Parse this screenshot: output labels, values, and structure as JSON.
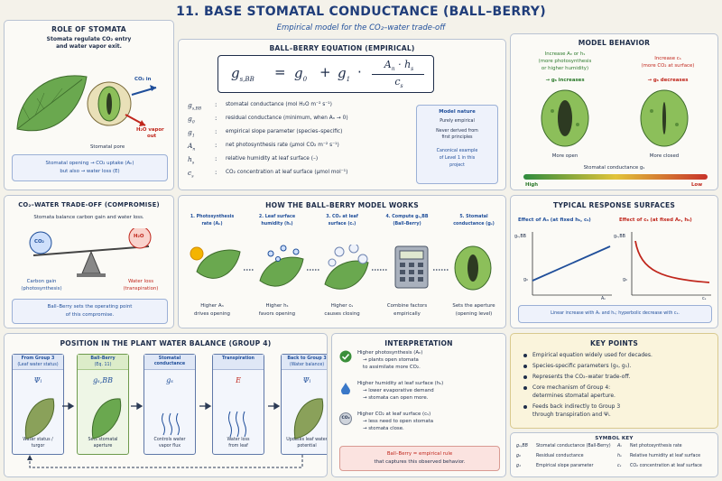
{
  "header": {
    "title": "11. BASE STOMATAL CONDUCTANCE (BALL–BERRY)",
    "subtitle": "Empirical model for the CO₂–water trade-off"
  },
  "role": {
    "title": "ROLE OF STOMATA",
    "desc1": "Stomata regulate CO₂ entry",
    "desc2": "and water vapor exit.",
    "co2_in": "CO₂ in",
    "h2o_out1": "H₂O vapor",
    "h2o_out2": "out",
    "pore": "Stomatal pore",
    "note1": "Stomatal opening  →  CO₂ uptake (Aₙ)",
    "note2": "but also  →  water loss (E)"
  },
  "equation": {
    "title": "BALL–BERRY EQUATION (EMPIRICAL)",
    "lhs": "g",
    "lhs_sub": "s,BB",
    "eq": "=",
    "g0": "g",
    "g0_sub": "0",
    "plus": "+",
    "g1": "g",
    "g1_sub": "1",
    "dot": "·",
    "num": "A",
    "num_sub": "n",
    "num_mid": " · h",
    "num_sub2": "s",
    "den": "c",
    "den_sub": "s",
    "defs": [
      {
        "sym": "gₛ,₈₈",
        "sym_text": "g",
        "sub": "s,BB",
        "desc": "stomatal conductance (mol H₂O m⁻² s⁻¹)"
      },
      {
        "sym_text": "g",
        "sub": "0",
        "desc": "residual conductance (minimum, when Aₙ → 0)"
      },
      {
        "sym_text": "g",
        "sub": "1",
        "desc": "empirical slope parameter (species–specific)"
      },
      {
        "sym_text": "A",
        "sub": "n",
        "desc": "net photosynthesis rate (μmol CO₂ m⁻² s⁻¹)"
      },
      {
        "sym_text": "h",
        "sub": "s",
        "desc": "relative humidity at leaf surface (–)"
      },
      {
        "sym_text": "c",
        "sub": "s",
        "desc": "CO₂ concentration at leaf surface (μmol mol⁻¹)"
      }
    ],
    "colon": ":",
    "nature_title": "Model nature",
    "nature1": "Purely empirical",
    "nature2": "Never derived from",
    "nature3": "first principles",
    "nature4": "Canonical example",
    "nature5": "of Level 1 in this",
    "nature6": "project"
  },
  "behavior": {
    "title": "MODEL BEHAVIOR",
    "left1": "Increase Aₙ or hₛ",
    "left2": "(more photosynthesis",
    "left3": "or higher humidity)",
    "left4": "→ gₛ increases",
    "right1": "Increase cₛ",
    "right2": "(more CO₂ at surface)",
    "right3": "→ gₛ decreases",
    "open": "More open",
    "closed": "More closed",
    "bar_label": "Stomatal conductance gₛ",
    "high": "High",
    "low": "Low"
  },
  "tradeoff": {
    "title": "CO₂–WATER TRADE-OFF (COMPROMISE)",
    "desc": "Stomata balance carbon gain and water loss.",
    "co2": "CO₂",
    "h2o": "H₂O",
    "gain1": "Carbon gain",
    "gain2": "(photosynthesis)",
    "loss1": "Water loss",
    "loss2": "(transpiration)",
    "note1": "Ball–Berry sets the operating point",
    "note2": "of this compromise."
  },
  "how": {
    "title": "HOW THE BALL–BERRY MODEL WORKS",
    "steps": [
      {
        "head1": "1. Photosynthesis",
        "head2": "rate (Aₙ)",
        "foot1": "Higher Aₙ",
        "foot2": "drives opening"
      },
      {
        "head1": "2. Leaf surface",
        "head2": "humidity (hₛ)",
        "foot1": "Higher hₛ",
        "foot2": "favors opening"
      },
      {
        "head1": "3. CO₂ at leaf",
        "head2": "surface (cₛ)",
        "foot1": "Higher cₛ",
        "foot2": "causes closing"
      },
      {
        "head1": "4. Compute gₛ,BB",
        "head2": "(Ball-Berry)",
        "foot1": "Combine factors",
        "foot2": "empirically"
      },
      {
        "head1": "5. Stomatal",
        "head2": "conductance (gₛ)",
        "foot1": "Sets the aperture",
        "foot2": "(opening level)"
      }
    ]
  },
  "surfaces": {
    "title": "TYPICAL RESPONSE SURFACES",
    "left_title": "Effect of Aₙ (at fixed hₛ, cₛ)",
    "right_title": "Effect of cₛ (at fixed Aₙ, hₛ)",
    "y_label": "gₛ,BB",
    "g0_label": "g₀",
    "x_left": "Aₙ",
    "x_right": "cₛ",
    "note": "Linear increase with Aₙ and hₛ; hyperbolic decrease with cₛ."
  },
  "position": {
    "title": "POSITION IN THE PLANT WATER BALANCE (GROUP 4)",
    "boxes": [
      {
        "h1": "From Group 3",
        "h2": "(Leaf water status)",
        "sym": "Ψₗ",
        "f1": "Water status /",
        "f2": "turgor"
      },
      {
        "h1": "Ball–Berry",
        "h2": "(Eq. 11)",
        "sym": "gₛ,BB",
        "f1": "Sets stomatal",
        "f2": "aperture"
      },
      {
        "h1": "Stomatal conductance",
        "h2": "",
        "sym": "gₛ",
        "f1": "Controls water",
        "f2": "vapor flux"
      },
      {
        "h1": "Transpiration",
        "h2": "",
        "sym": "E",
        "f1": "Water loss",
        "f2": "from leaf"
      },
      {
        "h1": "Back to Group 3",
        "h2": "(Water balance)",
        "sym": "Ψₗ",
        "f1": "Updates leaf water",
        "f2": "potential"
      }
    ]
  },
  "interp": {
    "title": "INTERPRETATION",
    "items": [
      {
        "l1": "Higher photosynthesis (Aₙ)",
        "l2": "→ plants open stomata",
        "l3": "   to assimilate more CO₂."
      },
      {
        "l1": "Higher humidity at leaf surface (hₛ)",
        "l2": "→ lower evaporative demand",
        "l3": "→ stomata can open more."
      },
      {
        "l1": "Higher CO₂ at leaf surface (cₛ)",
        "l2": "→ less need to open stomata",
        "l3": "→ stomata close."
      }
    ],
    "co2_badge": "CO₂",
    "note1": "Ball–Berry = empirical rule",
    "note2": "that captures this observed behavior."
  },
  "keypoints": {
    "title": "KEY POINTS",
    "items": [
      "Empirical equation widely used for decades.",
      "Species-specific parameters (g₀, g₁).",
      "Represents the CO₂–water trade-off.",
      "Core mechanism of Group 4:",
      "Feeds back indirectly to Group 3"
    ],
    "item4b": "determines stomatal aperture.",
    "item5b": "through transpiration and Ψₗ."
  },
  "symbols": {
    "title": "SYMBOL KEY",
    "left": [
      {
        "s": "gₛ,BB",
        "d": "Stomatal conductance (Ball-Berry)"
      },
      {
        "s": "g₀",
        "d": "Residual conductance"
      },
      {
        "s": "g₁",
        "d": "Empirical slope parameter"
      }
    ],
    "right": [
      {
        "s": "Aₙ",
        "d": "Net photosynthesis rate"
      },
      {
        "s": "hₛ",
        "d": "Relative humidity at leaf surface"
      },
      {
        "s": "cₛ",
        "d": "CO₂ concentration at leaf surface"
      }
    ]
  },
  "colors": {
    "navy": "#1e2d4a",
    "accent_blue": "#1f4e9a",
    "accent_red": "#c0261c",
    "leaf_green": "#6aa84f",
    "gradient_high": "#2e8b3e",
    "gradient_low": "#c8322a"
  }
}
